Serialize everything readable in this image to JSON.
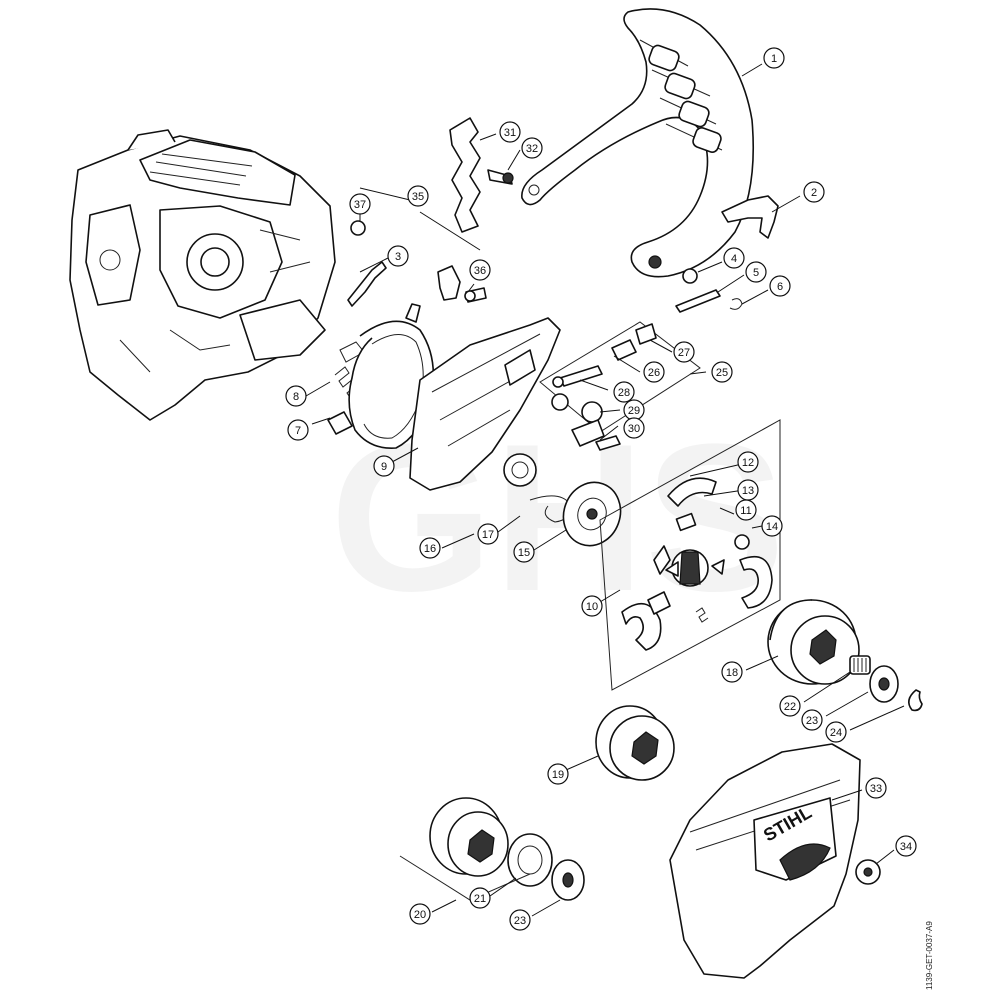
{
  "diagram": {
    "watermark_text": "GHS",
    "doc_id": "1139-GET-0037-A9",
    "callout_numbers": [
      "1",
      "2",
      "3",
      "4",
      "5",
      "6",
      "7",
      "8",
      "9",
      "10",
      "11",
      "12",
      "13",
      "14",
      "15",
      "16",
      "17",
      "18",
      "19",
      "20",
      "21",
      "22",
      "23",
      "23",
      "24",
      "25",
      "26",
      "27",
      "28",
      "29",
      "30",
      "31",
      "32",
      "33",
      "34",
      "35",
      "36",
      "37"
    ],
    "nameplate_logo": "STIHL"
  }
}
